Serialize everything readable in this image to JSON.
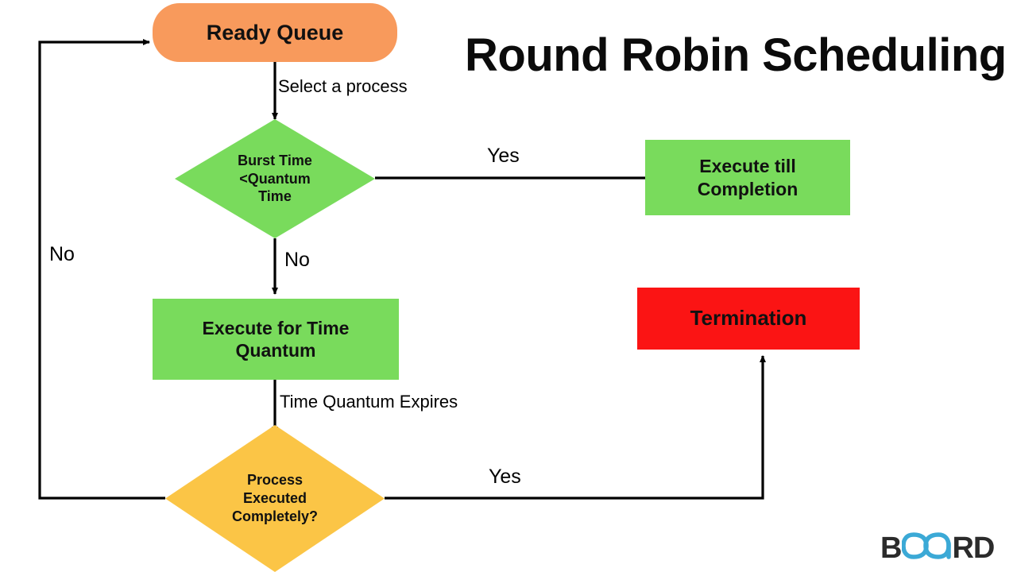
{
  "title": "Round Robin Scheduling",
  "colors": {
    "ready_queue": "#F89A5C",
    "green": "#79DB5C",
    "yellow": "#FBC546",
    "red": "#FB1414",
    "edge": "#000000",
    "text": "#111111",
    "logo_dark": "#2B2B2B",
    "logo_blue": "#3BA9D6",
    "background": "#FFFFFF"
  },
  "nodes": {
    "ready_queue": {
      "label": "Ready Queue",
      "shape": "terminator"
    },
    "burst_check": {
      "label": "Burst Time\n<Quantum\nTime",
      "shape": "diamond"
    },
    "execute_completion": {
      "label": "Execute till\nCompletion",
      "shape": "rectangle"
    },
    "execute_quantum": {
      "label": "Execute for Time\nQuantum",
      "shape": "rectangle"
    },
    "process_done": {
      "label": "Process\nExecuted\nCompletely?",
      "shape": "diamond"
    },
    "termination": {
      "label": "Termination",
      "shape": "rectangle"
    }
  },
  "edges": {
    "select_process": "Select a process",
    "burst_yes": "Yes",
    "burst_no": "No",
    "quantum_expires": "Time Quantum Expires",
    "done_yes": "Yes",
    "done_no": "No"
  },
  "logo": {
    "prefix": "B",
    "mark": "infinity-mark",
    "suffix": "RD"
  }
}
